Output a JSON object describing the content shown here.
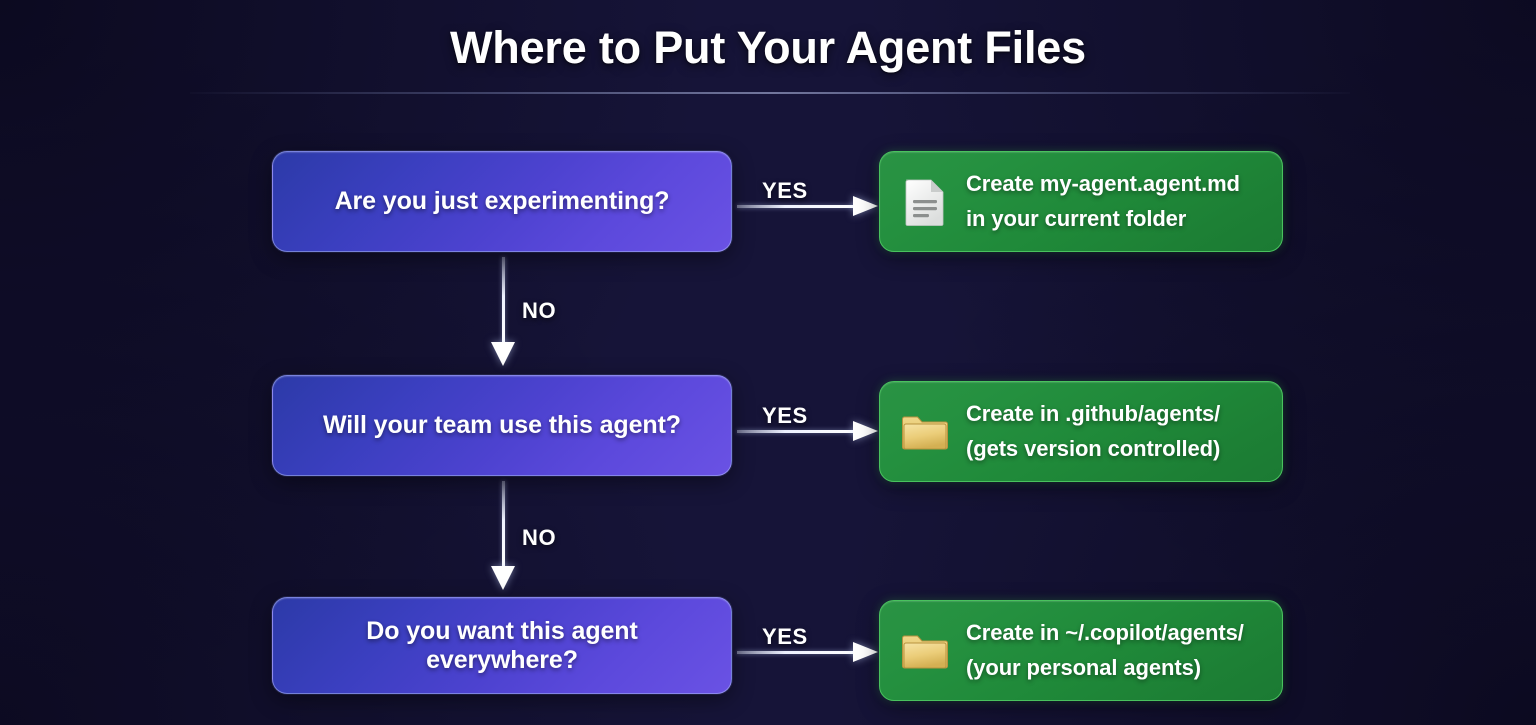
{
  "header": {
    "title": "Where to Put Your Agent Files"
  },
  "colors": {
    "background_dark": "#141234",
    "background_center": "#2a3a66",
    "decision_gradient_start": "#2c3aa8",
    "decision_gradient_end": "#6a52e4",
    "decision_border": "#afb9fa",
    "result_green": "#1f8939",
    "result_border": "#49c25e",
    "arrow_white": "#ffffff",
    "folder_icon_gold": "#e8c86a",
    "document_icon_white": "#f2f2f2",
    "title_text": "#ffffff"
  },
  "flow": {
    "rows": [
      {
        "decision": "Are you just experimenting?",
        "yes_label": "YES",
        "no_label": "NO",
        "result": {
          "icon": "document-icon",
          "line1": "Create my-agent.agent.md",
          "line2": "in your current folder"
        }
      },
      {
        "decision": "Will your team use this agent?",
        "yes_label": "YES",
        "no_label": "NO",
        "result": {
          "icon": "folder-icon",
          "line1": "Create in .github/agents/",
          "line2": "(gets version controlled)"
        }
      },
      {
        "decision": "Do you want this agent everywhere?",
        "yes_label": "YES",
        "no_label": "",
        "result": {
          "icon": "folder-icon",
          "line1": "Create in ~/.copilot/agents/",
          "line2": "(your personal agents)"
        }
      }
    ]
  }
}
